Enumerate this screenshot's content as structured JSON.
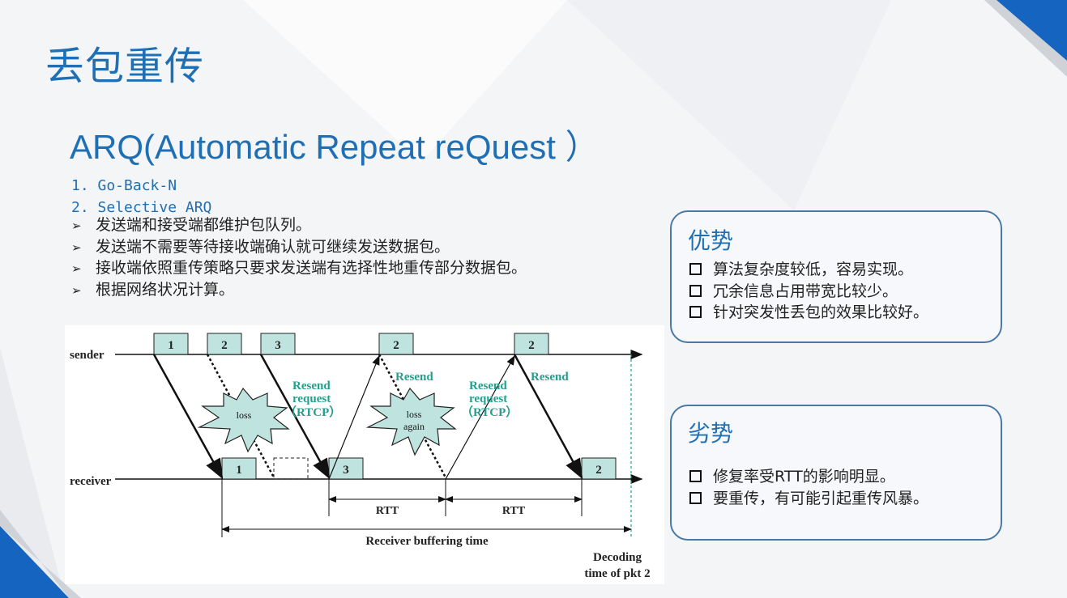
{
  "title": "丢包重传",
  "subtitle": "ARQ(Automatic Repeat reQuest ）",
  "numbered": [
    "1. Go-Back-N",
    "2. Selective ARQ"
  ],
  "bullets": [
    "发送端和接受端都维护包队列。",
    "发送端不需要等待接收端确认就可继续发送数据包。",
    "接收端依照重传策略只要求发送端有选择性地重传部分数据包。",
    "根据网络状况计算。"
  ],
  "advantages": {
    "heading": "优势",
    "items": [
      "算法复杂度较低，容易实现。",
      "冗余信息占用带宽比较少。",
      "针对突发性丢包的效果比较好。"
    ]
  },
  "disadvantages": {
    "heading": "劣势",
    "items": [
      "修复率受RTT的影响明显。",
      "要重传，有可能引起重传风暴。"
    ]
  },
  "diagram": {
    "sender_label": "sender",
    "receiver_label": "receiver",
    "sender_packets": [
      "1",
      "2",
      "3",
      "2",
      "2"
    ],
    "receiver_packets": [
      "1",
      "3",
      "2"
    ],
    "loss_label": "loss",
    "loss_again_label_1": "loss",
    "loss_again_label_2": "again",
    "resend_request_1": [
      "Resend",
      "request",
      "（RTCP）"
    ],
    "resend_1": "Resend",
    "resend_request_2": [
      "Resend",
      "request",
      "（RTCP）"
    ],
    "resend_2": "Resend",
    "rtt_1": "RTT",
    "rtt_2": "RTT",
    "buffering": "Receiver buffering time",
    "decoding_1": "Decoding",
    "decoding_2": "time of pkt 2"
  },
  "colors": {
    "accent": "#1f6fb5",
    "packet_fill": "#bfe3df",
    "teal_text": "#21a08c",
    "corner_blue": "#1565c0"
  }
}
